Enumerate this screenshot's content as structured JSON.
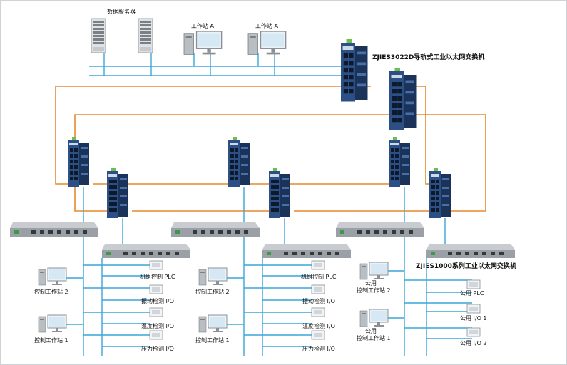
{
  "diagram": {
    "colors": {
      "network_line": "#3aa6d8",
      "ring_line": "#e8892e",
      "switch_body": "#2c4f86",
      "switch_dark": "#1b3358",
      "device_gray": "#9aa0a6"
    },
    "top_nodes": {
      "server_label": "数据服务器",
      "workstation_a1_label": "工作站 A",
      "workstation_a2_label": "工作站 A"
    },
    "core_switch_label": "ZJIES3022D导轨式工业以太网交换机",
    "access_switch_label": "ZJIES1000系列工业以太网交换机",
    "groups": [
      {
        "workstations": [
          "控制工作站 2",
          "控制工作站 1"
        ],
        "devices": [
          "机组控制 PLC",
          "振动检测 I/O",
          "温度检测 I/O",
          "压力检测 I/O"
        ]
      },
      {
        "workstations": [
          "控制工作站 2",
          "控制工作站 1"
        ],
        "devices": [
          "机组控制 PLC",
          "振动检测 I/O",
          "温度检测 I/O",
          "压力检测 I/O"
        ]
      },
      {
        "workstations": [
          "公用\n控制工作站 2",
          "公用\n控制工作站 1"
        ],
        "devices": [
          "公用 PLC",
          "公用 I/O 1",
          "公用 I/O 2"
        ]
      }
    ]
  }
}
